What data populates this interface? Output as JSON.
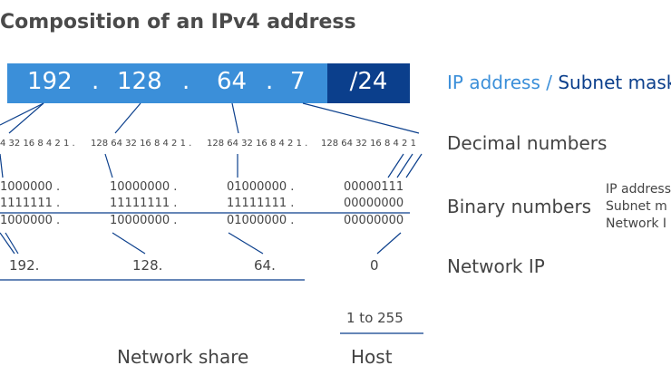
{
  "title": "Composition of an IPv4 address",
  "ip_bar": {
    "octets": [
      "192",
      "128",
      "64",
      "7"
    ],
    "dots": [
      ".",
      ".",
      "."
    ],
    "mask": "/24",
    "colors": {
      "network": "#3b8fd9",
      "mask": "#0b3f8c"
    }
  },
  "labels": {
    "ip_address": "IP address /",
    "subnet_mask": "Subnet mask",
    "decimal": "Decimal numbers",
    "binary": "Binary numbers",
    "network_ip": "Network IP",
    "binary_rows": [
      "IP address",
      "Subnet m",
      "Network I"
    ]
  },
  "bit_weights": [
    "4 32 16 8 4 2 1 .",
    "128 64 32 16 8 4 2 1 .",
    "128 64 32 16 8 4 2 1 .",
    "128 64 32 16 8 4 2 1"
  ],
  "binary": {
    "ip": [
      "1000000 .",
      "10000000 .",
      "01000000 .",
      "00000111"
    ],
    "mask": [
      "1111111 .",
      "11111111 .",
      "11111111 .",
      "00000000"
    ],
    "network": [
      "1000000 .",
      "10000000 .",
      "01000000 .",
      "00000000"
    ]
  },
  "network_ip": [
    "192.",
    "128.",
    "64.",
    "0"
  ],
  "range": "1 to 255",
  "footer": {
    "network_share": "Network share",
    "host": "Host"
  }
}
